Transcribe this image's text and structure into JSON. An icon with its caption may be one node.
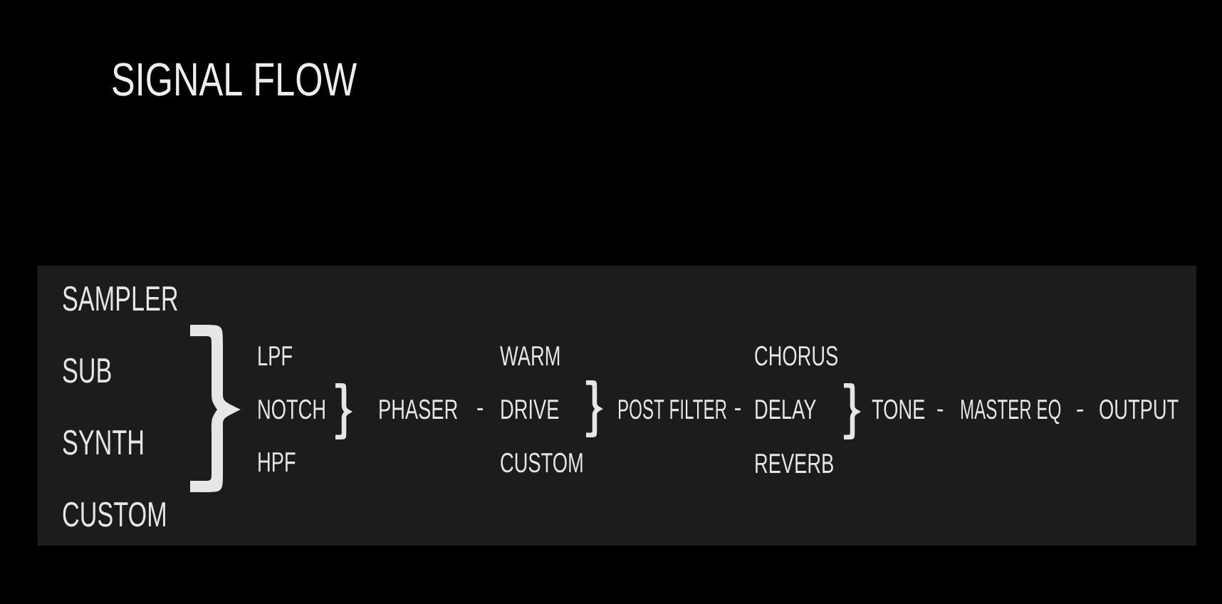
{
  "diagram": {
    "title": "SIGNAL FLOW",
    "nodes": [
      {
        "text": [],
        "shape": "box"
      },
      {
        "text": [
          "SAMPLER"
        ],
        "in": 0
      },
      {
        "text": [
          "SUB"
        ],
        "in": 0
      },
      {
        "text": [
          "SYNTH"
        ],
        "in": 0
      },
      {
        "text": [
          "CUSTOM"
        ],
        "in": 0
      },
      {
        "text": [],
        "shape": "brace",
        "in": 0
      },
      {
        "text": [
          "LPF"
        ],
        "in": 0
      },
      {
        "text": [
          "NOTCH"
        ],
        "in": 0
      },
      {
        "text": [
          "HPF"
        ],
        "in": 0
      },
      {
        "text": [],
        "shape": "brace",
        "in": 0
      },
      {
        "text": [
          "PHASER"
        ],
        "in": 0
      },
      {
        "text": [
          "WARM"
        ],
        "in": 0
      },
      {
        "text": [
          "DRIVE"
        ],
        "in": 0
      },
      {
        "text": [
          "CUSTOM"
        ],
        "in": 0
      },
      {
        "text": [],
        "shape": "brace",
        "in": 0
      },
      {
        "text": [
          "POST FILTER"
        ],
        "in": 0
      },
      {
        "text": [
          "CHORUS"
        ],
        "in": 0
      },
      {
        "text": [
          "DELAY"
        ],
        "in": 0
      },
      {
        "text": [
          "REVERB"
        ],
        "in": 0
      },
      {
        "text": [],
        "shape": "brace",
        "in": 0
      },
      {
        "text": [
          "TONE"
        ],
        "in": 0
      },
      {
        "text": [
          "MASTER EQ"
        ],
        "in": 0
      },
      {
        "text": [
          "OUTPUT"
        ],
        "in": 0
      }
    ],
    "edges": [
      {
        "from": 10,
        "to": 12,
        "arrow": "none"
      },
      {
        "from": 15,
        "to": 17,
        "arrow": "none"
      },
      {
        "from": 20,
        "to": 21,
        "arrow": "none"
      },
      {
        "from": 21,
        "to": 22,
        "arrow": "none"
      }
    ]
  }
}
